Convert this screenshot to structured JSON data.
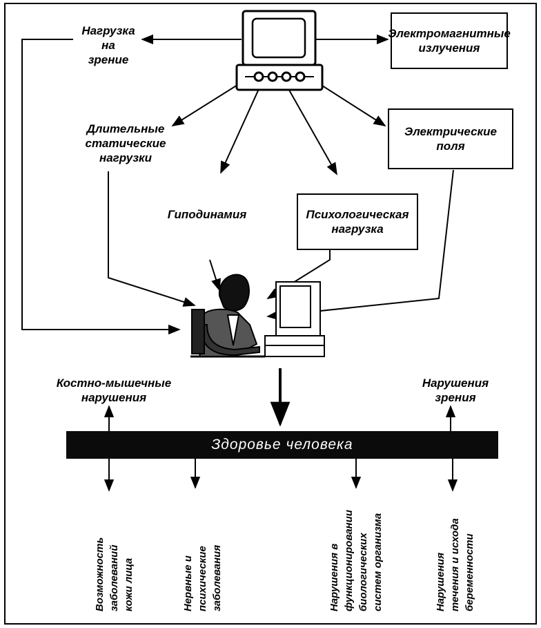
{
  "sources": {
    "vision_load": "Нагрузка\nна\nзрение",
    "em_radiation": "Электромагнитные\nизлучения",
    "static_loads": "Длительные\nстатические\nнагрузки",
    "electric_fields": "Электрические\nполя",
    "hypodynamia": "Гиподинамия",
    "psych_load": "Психологическая\nнагрузка"
  },
  "outcomes_top": {
    "musculoskeletal": "Костно-мышечные\nнарушения",
    "vision_disorders": "Нарушения\nзрения"
  },
  "health_label": "Здоровье человека",
  "outcomes_bottom": {
    "skin": "Возможность\nзаболеваний\nкожи лица",
    "nervous": "Нервные и\nпсихические\nзаболевания",
    "biosystems": "Нарушения в\nфункционировании\nбиологических\nсистем организма",
    "pregnancy": "Нарушения\nтечения и исхода\nбеременности"
  },
  "icons": [
    "computer-icon",
    "worker-at-computer-icon"
  ]
}
